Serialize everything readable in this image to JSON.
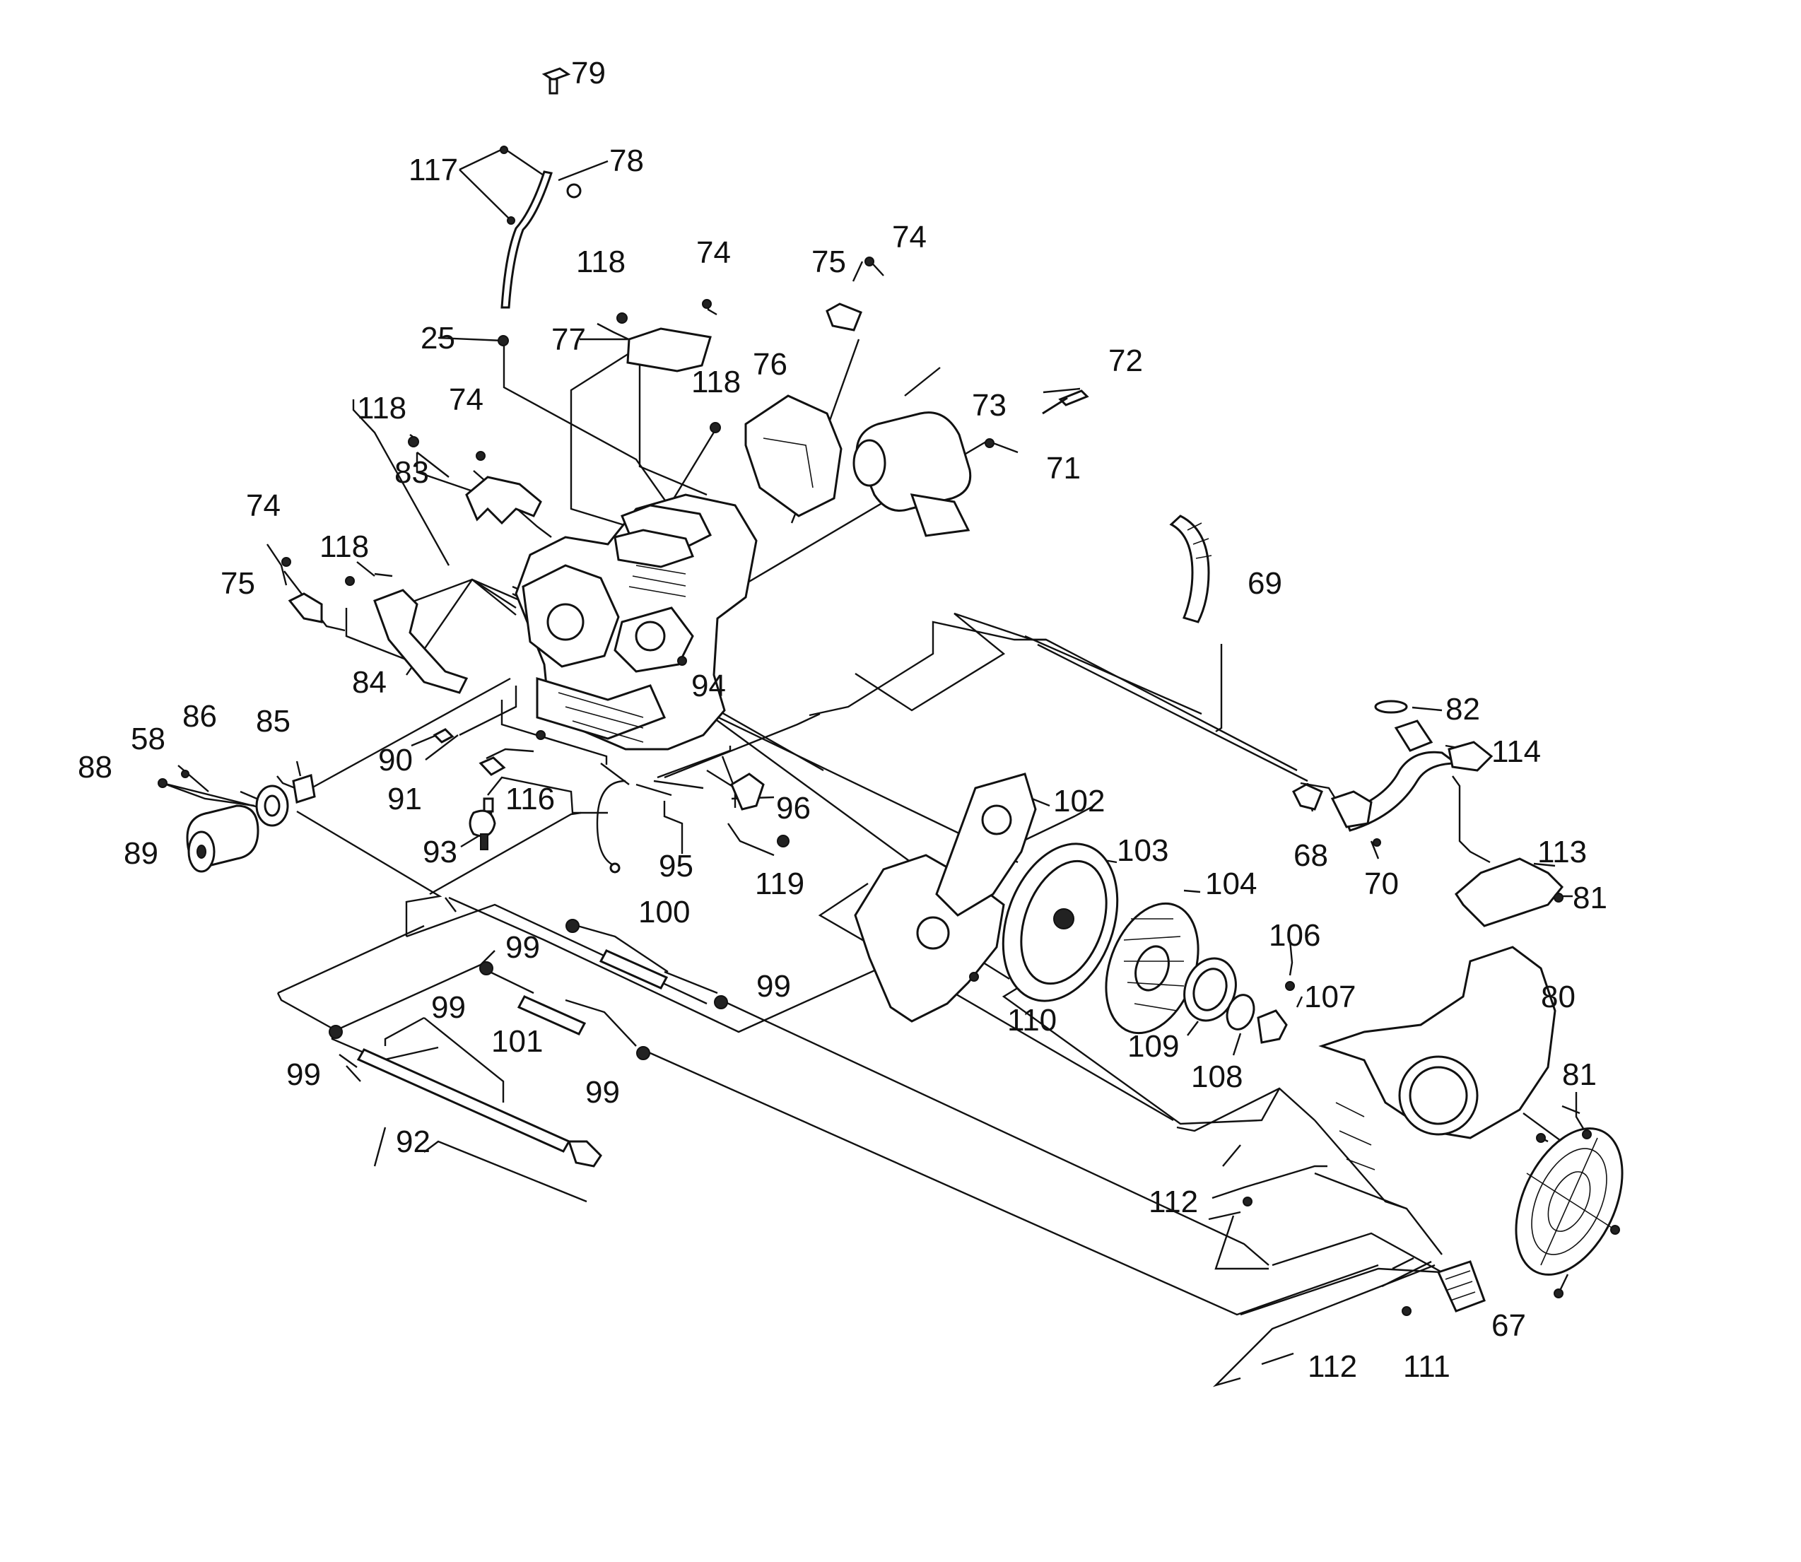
{
  "callouts": [
    {
      "id": "c79",
      "text": "79"
    },
    {
      "id": "c78",
      "text": "78"
    },
    {
      "id": "c117",
      "text": "117"
    },
    {
      "id": "c118a",
      "text": "118"
    },
    {
      "id": "c74a",
      "text": "74"
    },
    {
      "id": "c75a",
      "text": "75"
    },
    {
      "id": "c74b",
      "text": "74"
    },
    {
      "id": "c25",
      "text": "25"
    },
    {
      "id": "c77",
      "text": "77"
    },
    {
      "id": "c76",
      "text": "76"
    },
    {
      "id": "c118b",
      "text": "118"
    },
    {
      "id": "c72",
      "text": "72"
    },
    {
      "id": "c73",
      "text": "73"
    },
    {
      "id": "c71",
      "text": "71"
    },
    {
      "id": "c118c",
      "text": "118"
    },
    {
      "id": "c74c",
      "text": "74"
    },
    {
      "id": "c83",
      "text": "83"
    },
    {
      "id": "c74d",
      "text": "74"
    },
    {
      "id": "c118d",
      "text": "118"
    },
    {
      "id": "c75b",
      "text": "75"
    },
    {
      "id": "c84",
      "text": "84"
    },
    {
      "id": "c69",
      "text": "69"
    },
    {
      "id": "c94",
      "text": "94"
    },
    {
      "id": "c82",
      "text": "82"
    },
    {
      "id": "c114",
      "text": "114"
    },
    {
      "id": "c58",
      "text": "58"
    },
    {
      "id": "c86",
      "text": "86"
    },
    {
      "id": "c85",
      "text": "85"
    },
    {
      "id": "c88",
      "text": "88"
    },
    {
      "id": "c90",
      "text": "90"
    },
    {
      "id": "c91",
      "text": "91"
    },
    {
      "id": "c116",
      "text": "116"
    },
    {
      "id": "c96",
      "text": "96"
    },
    {
      "id": "c102",
      "text": "102"
    },
    {
      "id": "c68",
      "text": "68"
    },
    {
      "id": "c70",
      "text": "70"
    },
    {
      "id": "c113",
      "text": "113"
    },
    {
      "id": "c81a",
      "text": "81"
    },
    {
      "id": "c89",
      "text": "89"
    },
    {
      "id": "c93",
      "text": "93"
    },
    {
      "id": "c95",
      "text": "95"
    },
    {
      "id": "c119",
      "text": "119"
    },
    {
      "id": "c103",
      "text": "103"
    },
    {
      "id": "c104",
      "text": "104"
    },
    {
      "id": "c100",
      "text": "100"
    },
    {
      "id": "c99a",
      "text": "99"
    },
    {
      "id": "c99b",
      "text": "99"
    },
    {
      "id": "c106",
      "text": "106"
    },
    {
      "id": "c107",
      "text": "107"
    },
    {
      "id": "c80",
      "text": "80"
    },
    {
      "id": "c110",
      "text": "110"
    },
    {
      "id": "c99c",
      "text": "99"
    },
    {
      "id": "c101",
      "text": "101"
    },
    {
      "id": "c109",
      "text": "109"
    },
    {
      "id": "c108",
      "text": "108"
    },
    {
      "id": "c99d",
      "text": "99"
    },
    {
      "id": "c99e",
      "text": "99"
    },
    {
      "id": "c81b",
      "text": "81"
    },
    {
      "id": "c92",
      "text": "92"
    },
    {
      "id": "c112a",
      "text": "112"
    },
    {
      "id": "c67",
      "text": "67"
    },
    {
      "id": "c112b",
      "text": "112"
    },
    {
      "id": "c111",
      "text": "111"
    }
  ]
}
